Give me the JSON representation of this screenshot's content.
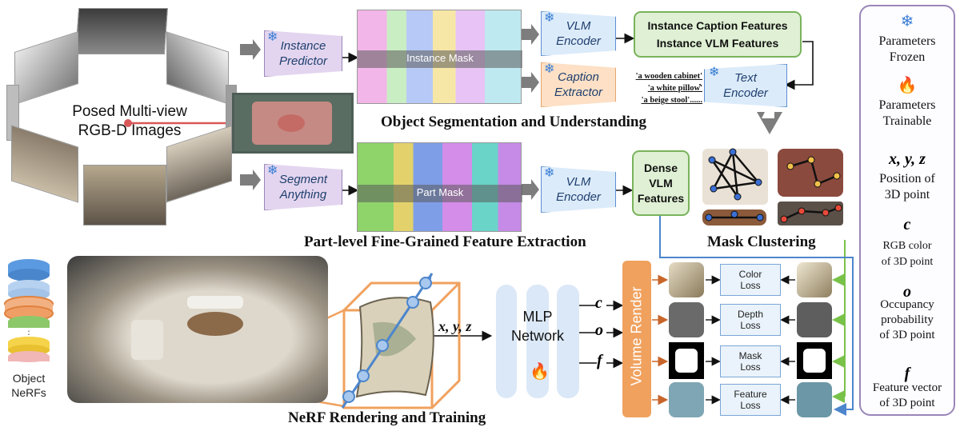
{
  "top": {
    "posed_images_label": "Posed Multi-view\nRGB-D Images",
    "instance_predictor": "Instance\nPredictor",
    "segment_anything": "Segment\nAnything",
    "instance_mask": "Instance Mask",
    "part_mask": "Part Mask",
    "vlm_encoder_1": "VLM\nEncoder",
    "vlm_encoder_2": "VLM\nEncoder",
    "caption_extractor": "Caption\nExtractor",
    "text_encoder": "Text\nEncoder",
    "instance_features": "Instance Caption Features\nInstance VLM Features",
    "captions": [
      "'a wooden cabinet'",
      "'a white pillow'",
      "'a beige stool'......"
    ],
    "dense_features": "Dense\nVLM\nFeatures",
    "section_segmentation": "Object Segmentation and Understanding",
    "section_part": "Part-level Fine-Grained Feature Extraction",
    "section_clustering": "Mask Clustering"
  },
  "bottom": {
    "object_nerfs": "Object\nNeRFs",
    "xyz": "x, y, z",
    "mlp": "MLP\nNetwork",
    "outputs": [
      "c",
      "o",
      "f"
    ],
    "volume_render": "Volume Render",
    "losses": [
      "Color\nLoss",
      "Depth\nLoss",
      "Mask\nLoss",
      "Feature\nLoss"
    ],
    "section_nerf": "NeRF Rendering and Training"
  },
  "legend": {
    "frozen": "Parameters\nFrozen",
    "trainable": "Parameters\nTrainable",
    "xyz_sym": "x, y, z",
    "xyz_desc": "Position of\n3D point",
    "c_sym": "c",
    "c_desc": "RGB color\nof 3D point",
    "o_sym": "o",
    "o_desc": "Occupancy\nprobability\nof 3D point",
    "f_sym": "f",
    "f_desc": "Feature vector\nof 3D point"
  },
  "colors": {
    "accent_orange": "#f0a15e",
    "accent_blue": "#5b8ed0",
    "green_arrow": "#79c24a",
    "flame": "#e8432e",
    "snow": "#3b7fd4"
  }
}
